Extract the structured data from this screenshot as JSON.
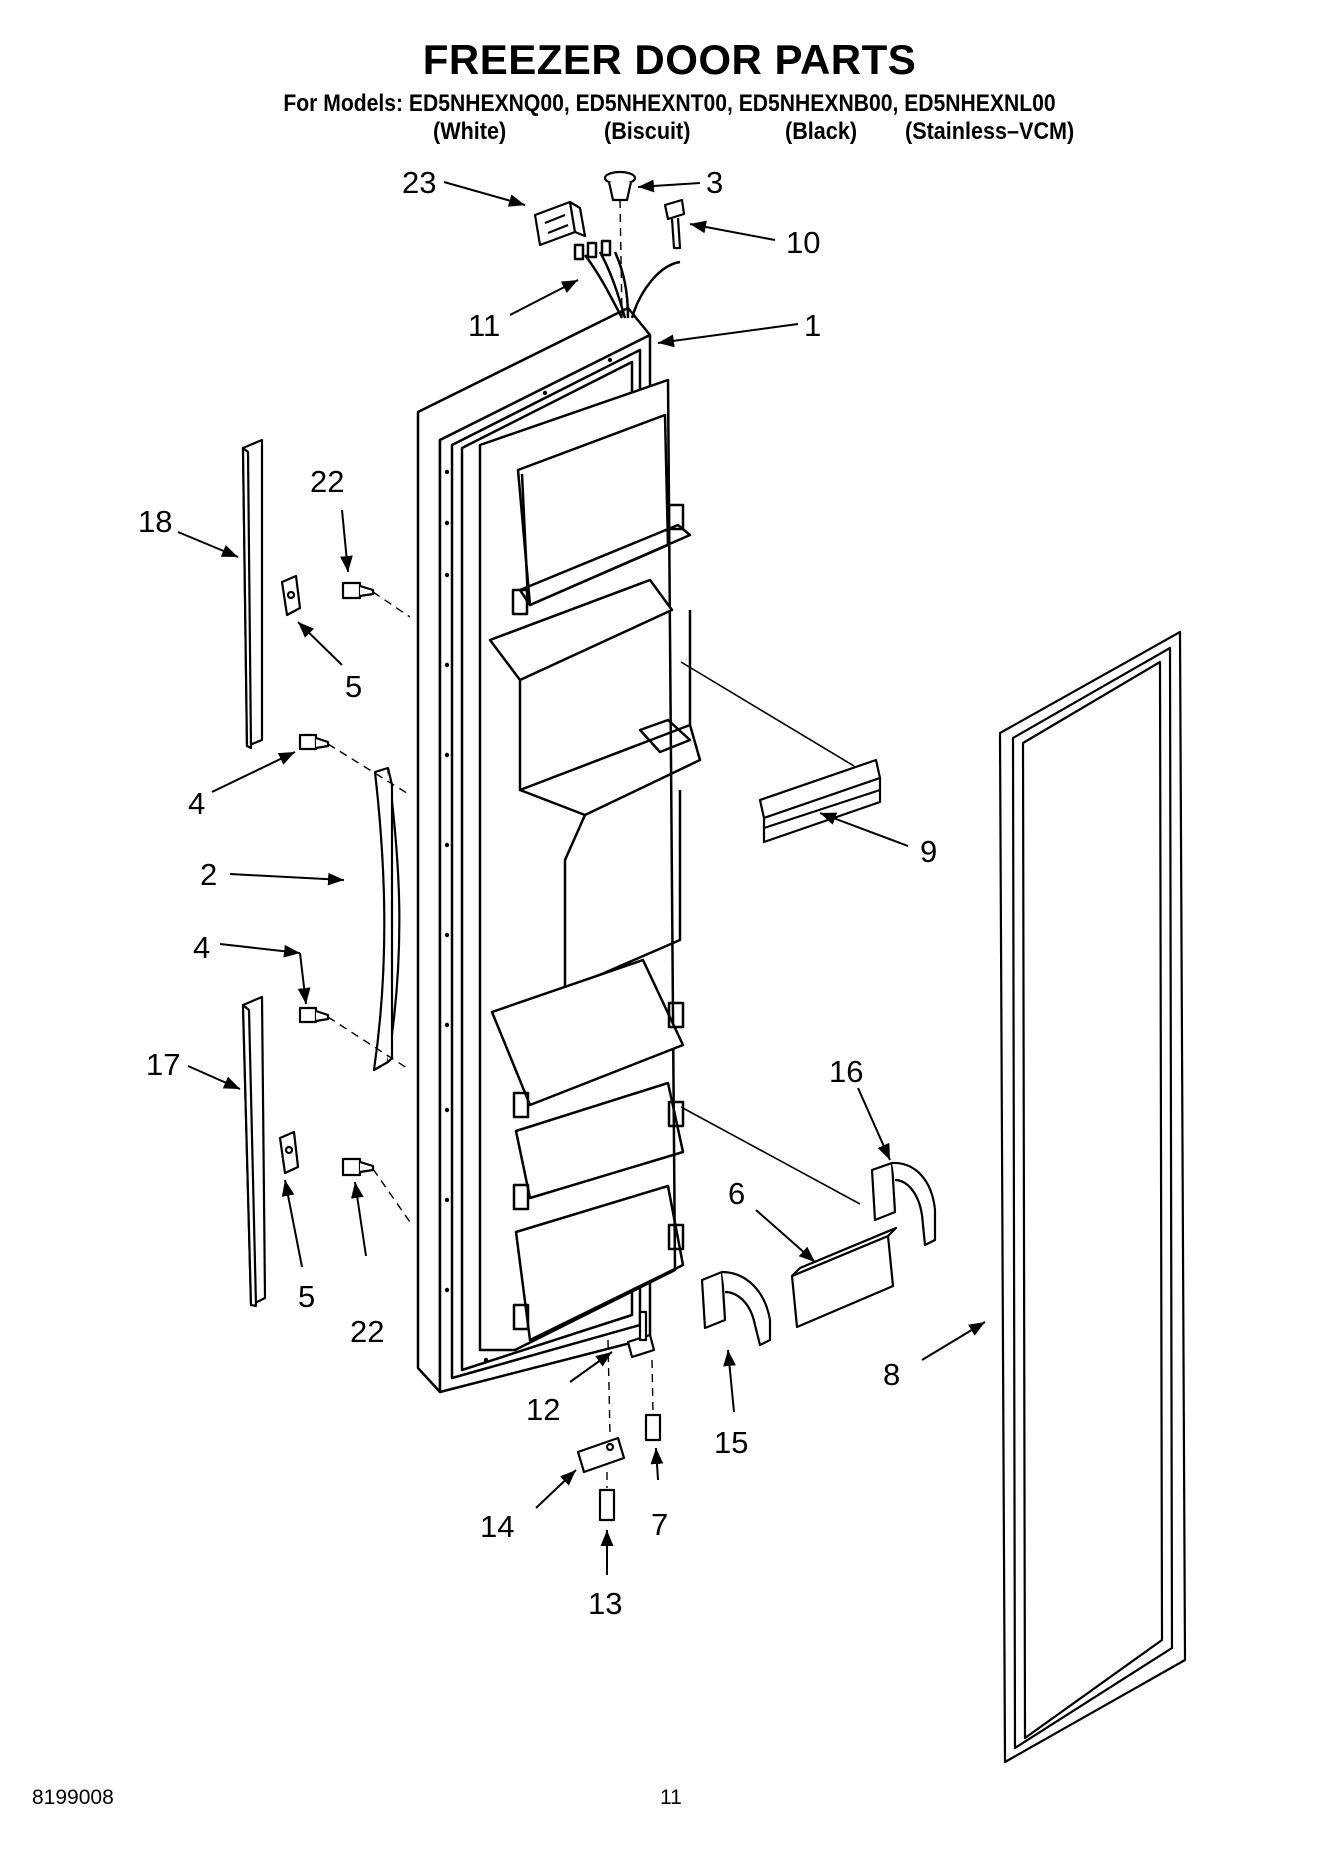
{
  "header": {
    "title": "FREEZER DOOR PARTS",
    "models_line": "For Models: ED5NHEXNQ00, ED5NHEXNT00, ED5NHEXNB00, ED5NHEXNL00",
    "variants": [
      "(White)",
      "(Biscuit)",
      "(Black)",
      "(Stainless–VCM)"
    ]
  },
  "callouts": [
    "23",
    "3",
    "10",
    "11",
    "1",
    "22",
    "18",
    "5",
    "4",
    "2",
    "9",
    "4",
    "17",
    "16",
    "6",
    "5",
    "22",
    "12",
    "8",
    "15",
    "7",
    "14",
    "13"
  ],
  "footer": {
    "doc_number": "8199008",
    "page_number": "11"
  }
}
